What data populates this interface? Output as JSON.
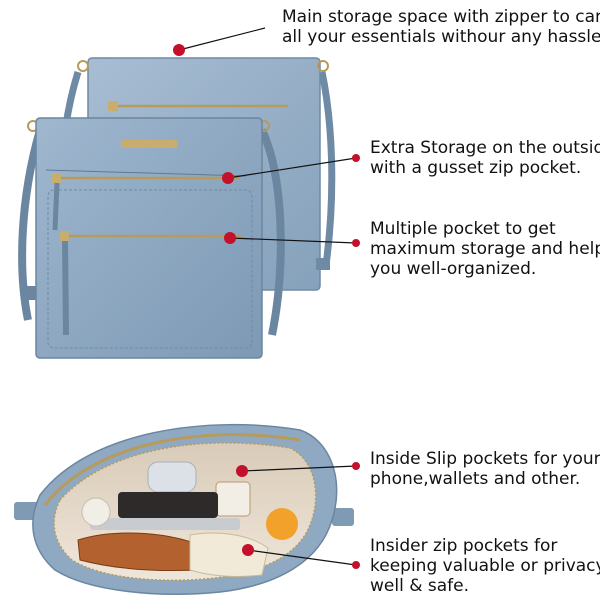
{
  "colors": {
    "bag_blue": "#8aa5bf",
    "bag_blue_dark": "#6b86a0",
    "bag_lining": "#e7ddd0",
    "marker_red": "#c4102a",
    "zipper_gold": "#b89a5a",
    "background": "#ffffff"
  },
  "icons": [
    "callout-dot",
    "leader-line",
    "zipper",
    "strap-buckle"
  ],
  "annotations": [
    {
      "id": "main-storage",
      "lines": [
        "Main storage space with zipper to carry",
        "all your essentials withour any hassles"
      ]
    },
    {
      "id": "extra-storage",
      "lines": [
        "Extra Storage on the outside",
        "with a gusset zip pocket."
      ]
    },
    {
      "id": "multiple-pocket",
      "lines": [
        "Multiple pocket to get",
        "maximum storage and help",
        "you well-organized."
      ]
    },
    {
      "id": "inside-slip",
      "lines": [
        "Inside Slip pockets for your",
        "phone,wallets and other."
      ]
    },
    {
      "id": "insider-zip",
      "lines": [
        "Insider zip pockets for",
        "keeping valuable or privacy",
        "well & safe."
      ]
    }
  ]
}
